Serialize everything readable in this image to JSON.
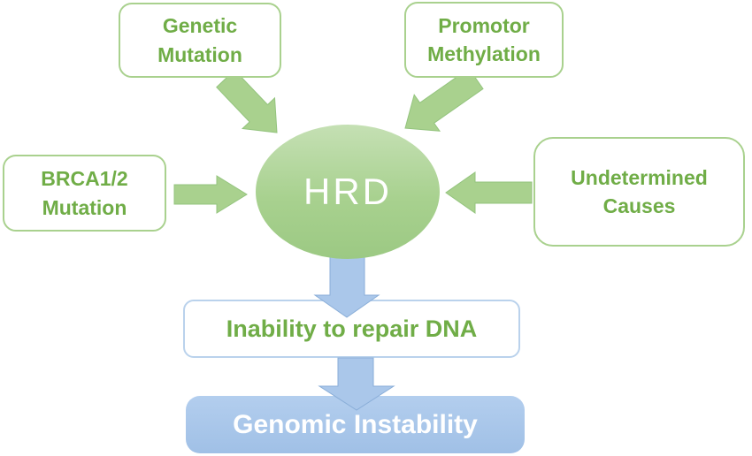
{
  "colors": {
    "green_text": "#70ad47",
    "green_box_border": "#a9d18e",
    "arrow_green": "#a9d18e",
    "ellipse_green_top": "#c5e0b4",
    "ellipse_green_bottom": "#9cc983",
    "arrow_blue": "#aac7ea",
    "blue_box_fill": "#a9c5e9",
    "blue_box_border": "#bad2ec",
    "white_text": "#ffffff"
  },
  "nodes": {
    "genetic": {
      "label": "Genetic\nMutation"
    },
    "promotor": {
      "label": "Promotor\nMethylation"
    },
    "brca": {
      "label": "BRCA1/2\nMutation"
    },
    "undetermined": {
      "label": "Undetermined\nCauses"
    },
    "hrd": {
      "label": "HRD"
    },
    "inability": {
      "label": "Inability to repair DNA"
    },
    "genomic": {
      "label": "Genomic Instability"
    }
  },
  "arrows": [
    {
      "from": "genetic",
      "to": "hrd",
      "color": "green"
    },
    {
      "from": "promotor",
      "to": "hrd",
      "color": "green"
    },
    {
      "from": "brca",
      "to": "hrd",
      "color": "green"
    },
    {
      "from": "undetermined",
      "to": "hrd",
      "color": "green"
    },
    {
      "from": "hrd",
      "to": "inability",
      "color": "blue"
    },
    {
      "from": "inability",
      "to": "genomic",
      "color": "blue"
    }
  ]
}
